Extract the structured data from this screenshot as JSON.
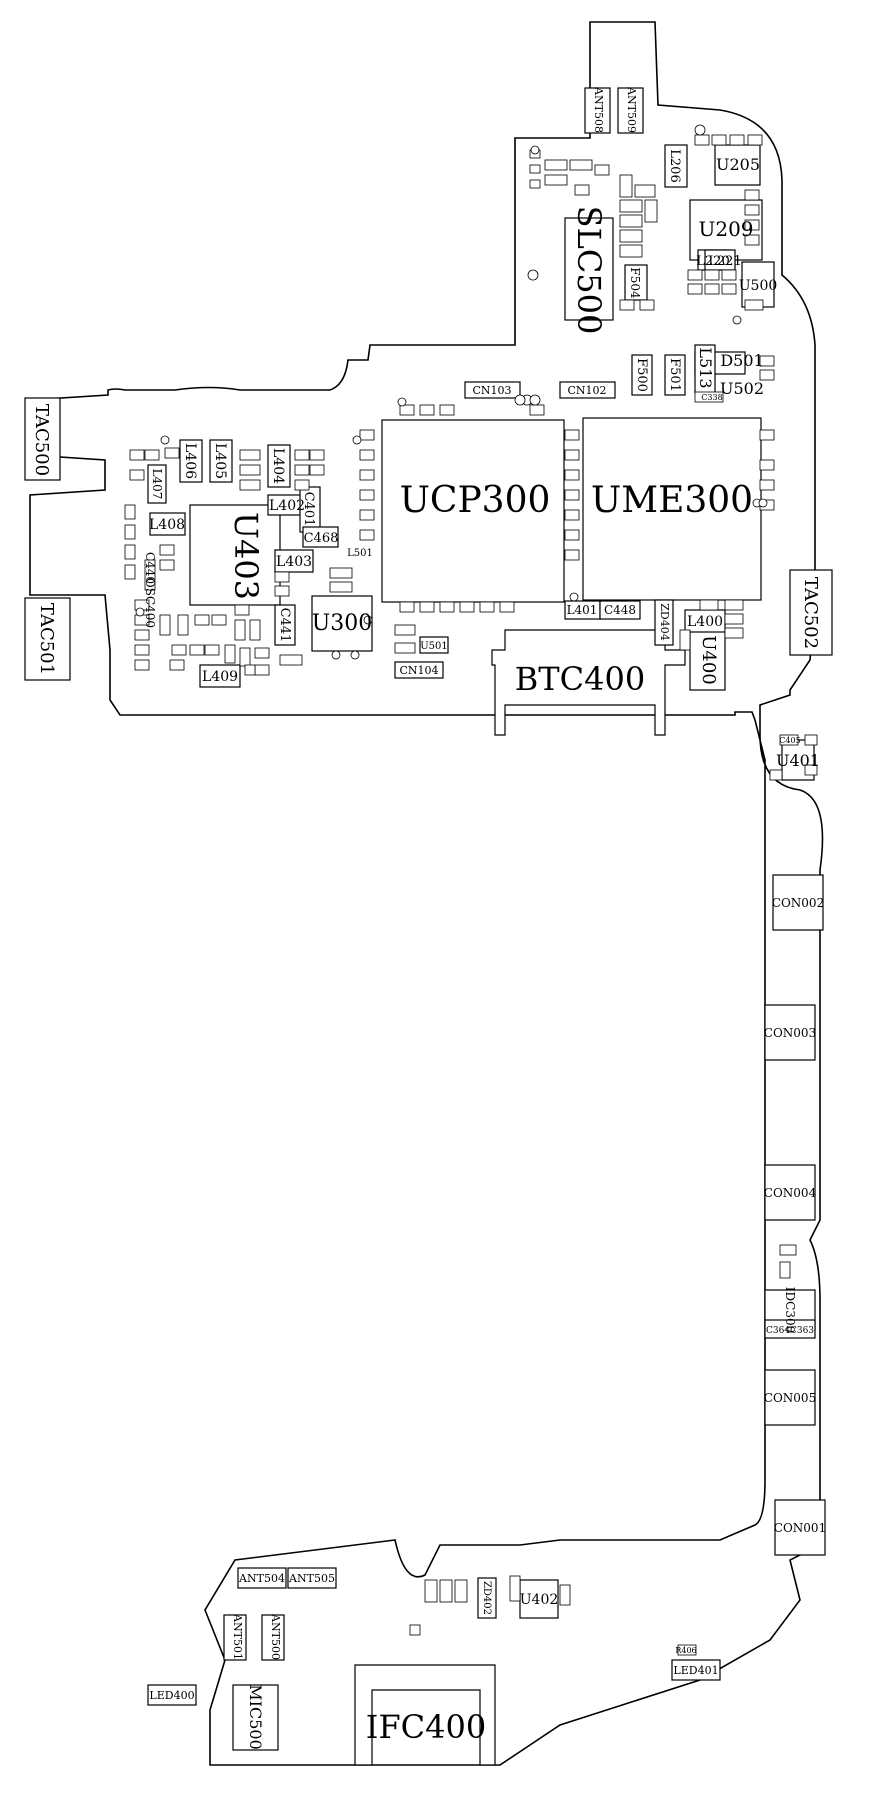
{
  "labels": {
    "ucp300": "UCP300",
    "ume300": "UME300",
    "u403": "U403",
    "slc500": "SLC500",
    "btc400": "BTC400",
    "ifc400": "IFC400",
    "u300": "U300",
    "u209": "U209",
    "u205": "U205",
    "u500": "U500",
    "u502": "U502",
    "u401": "U401",
    "u400": "U400",
    "u402": "U402",
    "tac500": "TAC500",
    "tac501": "TAC501",
    "tac502": "TAC502",
    "con001": "CON001",
    "con002": "CON002",
    "con003": "CON003",
    "con004": "CON004",
    "con005": "CON005",
    "idc300": "IDC300",
    "ant508": "ANT508",
    "ant509": "ANT509",
    "ant504": "ANT504",
    "ant505": "ANT505",
    "ant501": "ANT501",
    "ant500": "ANT500",
    "mic500": "MIC500",
    "led400": "LED400",
    "led401": "LED401",
    "r406": "R406",
    "cn103": "CN103",
    "cn102": "CN102",
    "cn104": "CN104",
    "d501": "D501",
    "l513": "L513",
    "f500": "F500",
    "f501": "F501",
    "f504": "F504",
    "l206": "L206",
    "l220": "L220",
    "l221": "L221",
    "l400": "L400",
    "l401": "L401",
    "l402": "L402",
    "l403": "L403",
    "l404": "L404",
    "l405": "L405",
    "l406": "L406",
    "l407": "L407",
    "l408": "L408",
    "l409": "L409",
    "l501": "L501",
    "c401": "C401",
    "c441": "C441",
    "c448": "C448",
    "c468": "C468",
    "c364": "C364",
    "c363": "C363",
    "c440": "C440",
    "osc400": "OSC400",
    "zd404": "ZD404",
    "zd402": "ZD402",
    "u501": "U501",
    "c338": "C338",
    "c405": "C405"
  }
}
